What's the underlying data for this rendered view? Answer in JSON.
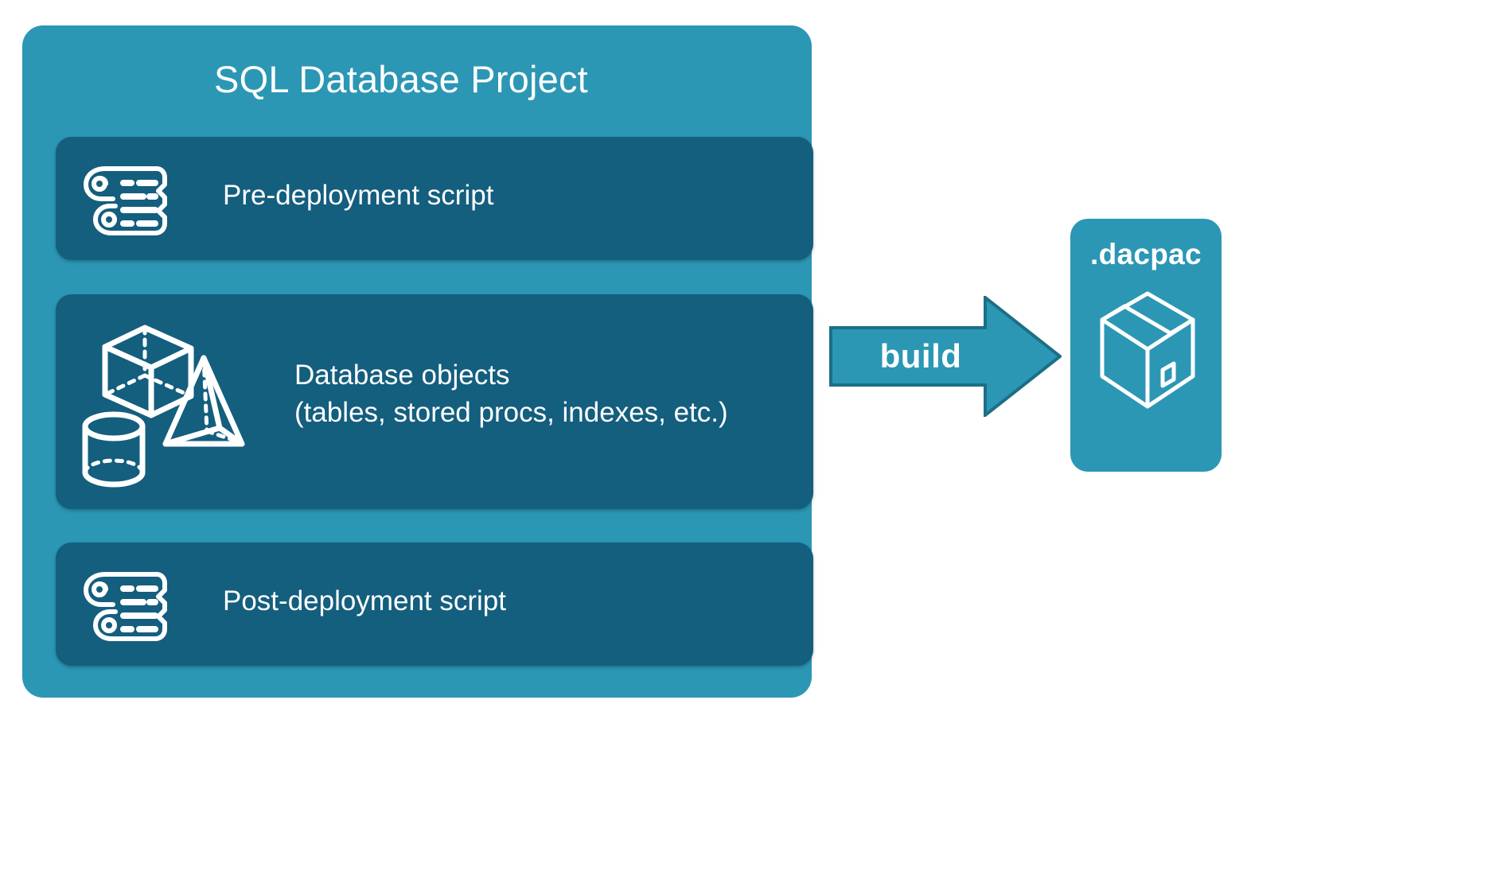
{
  "diagram": {
    "title": "SQL Database Project",
    "background_color": "#ffffff"
  },
  "colors": {
    "container_teal": "#2b97b4",
    "panel_dark_teal": "#145e7e",
    "arrow_fill": "#2b97b4",
    "arrow_stroke": "#1b6f86",
    "text_white": "#ffffff"
  },
  "project": {
    "title": "SQL Database Project",
    "panels": [
      {
        "id": "pre-deployment",
        "label": "Pre-deployment script",
        "icon": "scroll-icon"
      },
      {
        "id": "database-objects",
        "label": "Database objects\n(tables, stored procs, indexes, etc.)",
        "line1": "Database objects",
        "line2": "(tables, stored procs, indexes, etc.)",
        "icon": "3d-shapes-icon"
      },
      {
        "id": "post-deployment",
        "label": "Post-deployment script",
        "icon": "scroll-icon"
      }
    ]
  },
  "arrow": {
    "label": "build",
    "direction": "right",
    "icon": "arrow-right-icon"
  },
  "output": {
    "title": ".dacpac",
    "icon": "package-box-icon"
  }
}
